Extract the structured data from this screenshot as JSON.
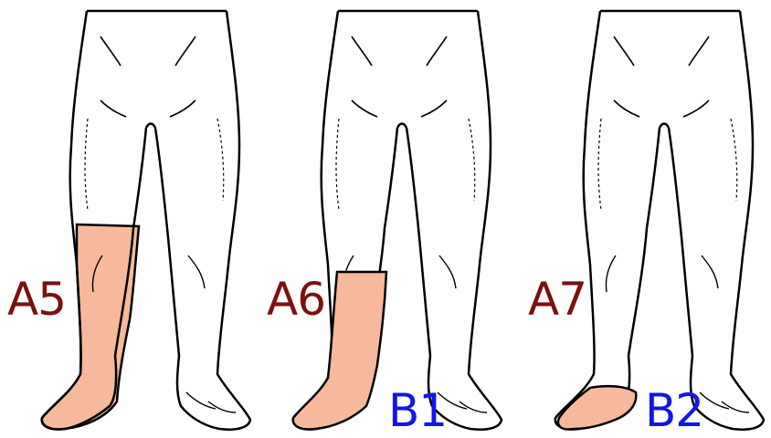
{
  "colors": {
    "highlight": "#f6b99b",
    "code_a": "#7a1010",
    "code_b": "#1414ee",
    "outline": "#000000"
  },
  "figures": [
    {
      "code": "A5",
      "region": "leg"
    },
    {
      "code": "A6",
      "region": "lower leg",
      "secondary_code": "B1"
    },
    {
      "code": "A7",
      "region": "foot",
      "secondary_code": "B2"
    }
  ]
}
